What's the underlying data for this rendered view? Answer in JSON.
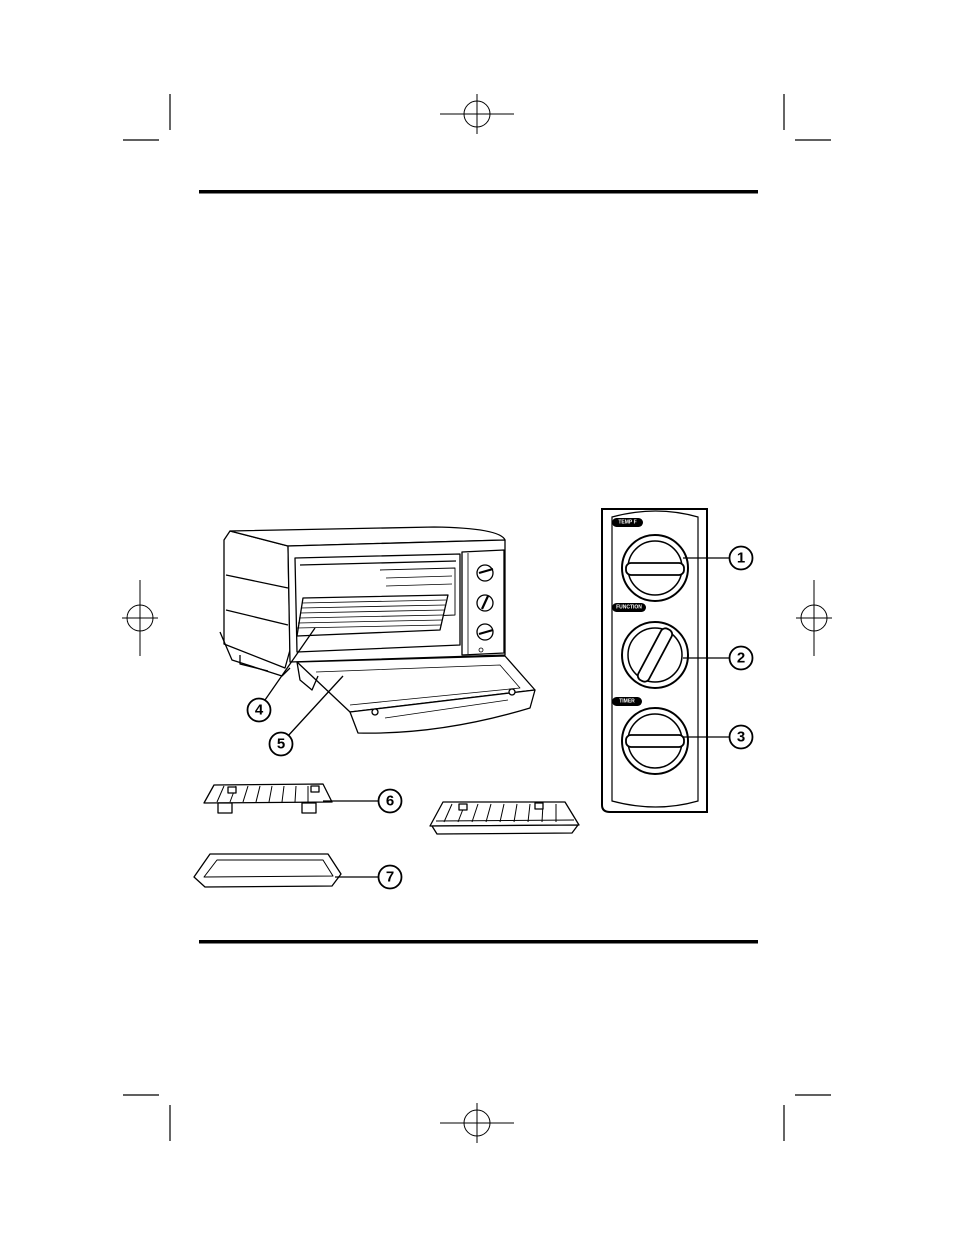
{
  "page": {
    "background": "#ffffff",
    "ink": "#000000"
  },
  "control_panel": {
    "knob_labels": [
      {
        "id": "temp",
        "text": "TEMP F"
      },
      {
        "id": "function",
        "text": "FUNCTION"
      },
      {
        "id": "timer",
        "text": "TIMER"
      }
    ]
  },
  "callouts": [
    {
      "id": "1",
      "label": "1",
      "part": "temperature knob"
    },
    {
      "id": "2",
      "label": "2",
      "part": "function knob"
    },
    {
      "id": "3",
      "label": "3",
      "part": "timer knob"
    },
    {
      "id": "4",
      "label": "4",
      "part": "oven rack"
    },
    {
      "id": "5",
      "label": "5",
      "part": "crumb tray / door"
    },
    {
      "id": "6",
      "label": "6",
      "part": "broil rack"
    },
    {
      "id": "7",
      "label": "7",
      "part": "bake pan"
    }
  ]
}
